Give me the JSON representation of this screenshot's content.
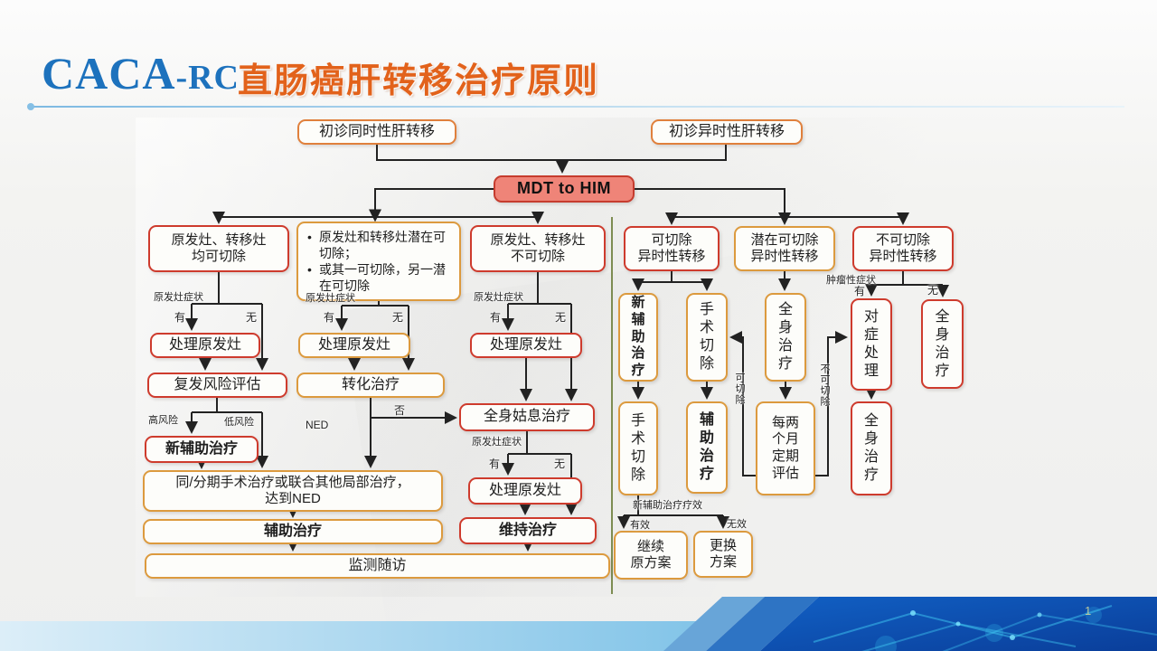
{
  "header": {
    "logo": "CACA-RC",
    "logo_main": "CACA",
    "logo_suffix": "-RC",
    "title": "直肠癌肝转移治疗原则"
  },
  "flowchart": {
    "nodes": {
      "t1": {
        "label": "初诊同时性肝转移"
      },
      "t2": {
        "label": "初诊异时性肝转移"
      },
      "mdt": {
        "label": "MDT to HIM"
      },
      "c1": {
        "line1": "原发灶、转移灶",
        "line2": "均可切除"
      },
      "c2": {
        "bullet1": "原发灶和转移灶潜在可切除；",
        "bullet2": "或其一可切除，另一潜在可切除"
      },
      "c3": {
        "line1": "原发灶、转移灶",
        "line2": "不可切除"
      },
      "c4": {
        "line1": "可切除",
        "line2": "异时性转移"
      },
      "c5": {
        "line1": "潜在可切除",
        "line2": "异时性转移"
      },
      "c6": {
        "line1": "不可切除",
        "line2": "异时性转移"
      },
      "d1": {
        "label": "处理原发灶"
      },
      "e1": {
        "label": "复发风险评估"
      },
      "f1": {
        "label": "新辅助治疗"
      },
      "g1": {
        "line1": "同/分期手术治疗或联合其他局部治疗，",
        "line2": "达到NED"
      },
      "h1": {
        "label": "辅助治疗"
      },
      "i1": {
        "label": "监测随访"
      },
      "d2": {
        "label": "处理原发灶"
      },
      "e2": {
        "label": "转化治疗"
      },
      "d3": {
        "label": "处理原发灶"
      },
      "e3": {
        "label": "全身姑息治疗"
      },
      "d3b": {
        "label": "处理原发灶"
      },
      "f3": {
        "label": "维持治疗"
      },
      "d4a": {
        "label": "新辅助治疗"
      },
      "d4b": {
        "label": "手术切除"
      },
      "e4a": {
        "label": "手术切除"
      },
      "e4b": {
        "label": "辅助治疗"
      },
      "d5": {
        "label": "全身治疗"
      },
      "e5": {
        "label": "每两个月定期评估"
      },
      "d6a": {
        "label": "对症处理"
      },
      "d6b": {
        "label": "全身治疗"
      },
      "e6": {
        "label": "全身治疗"
      },
      "r1": {
        "line1": "继续",
        "line2": "原方案"
      },
      "r2": {
        "line1": "更换",
        "line2": "方案"
      }
    },
    "edge_labels": {
      "primary_symptom": "原发灶症状",
      "tumor_symptom": "肿瘤性症状",
      "yes": "有",
      "no": "无",
      "high_risk": "高风险",
      "low_risk": "低风险",
      "ned": "NED",
      "not_achieved": "否",
      "resectable": "可切除",
      "unresectable": "不可切除",
      "neoadjuvant_efficacy": "新辅助治疗疗效",
      "effective": "有效",
      "ineffective": "无效"
    }
  },
  "footer": {
    "page_number": "1"
  },
  "colors": {
    "logo_blue": "#1d72bd",
    "title_orange": "#e2621b",
    "box_red": "#ce3b2d",
    "box_orange": "#dc9a3e",
    "mdt_fill": "#ef8478",
    "line_dark": "#222222",
    "divider_olive": "#7d8c52",
    "footer_dark_blue": "#0b4ab0",
    "footer_light_blue": "#a8d8f0",
    "network_cyan": "#45d4f8"
  }
}
